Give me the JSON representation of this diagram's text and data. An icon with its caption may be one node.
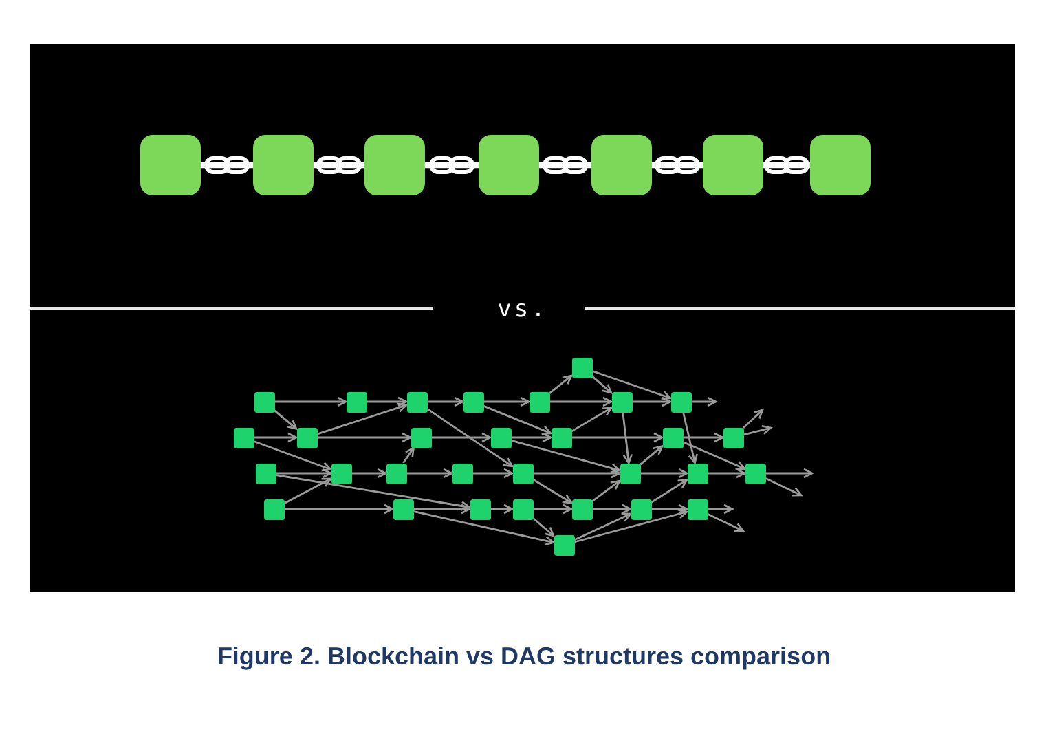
{
  "diagram": {
    "caption": "Figure 2. Blockchain vs DAG structures comparison",
    "nodes": [
      {
        "text": [],
        "shape": "box"
      },
      {
        "text": [],
        "shape": "box"
      },
      {
        "text": [],
        "shape": "box"
      },
      {
        "text": [],
        "shape": "box"
      },
      {
        "text": [],
        "shape": "box"
      },
      {
        "text": [],
        "shape": "box"
      },
      {
        "text": [],
        "shape": "box"
      },
      {
        "text": [],
        "shape": "box"
      },
      {
        "text": [],
        "shape": "box"
      },
      {
        "text": [],
        "shape": "box"
      },
      {
        "text": [],
        "shape": "box"
      },
      {
        "text": [],
        "shape": "box"
      },
      {
        "text": [],
        "shape": "box"
      },
      {
        "text": [],
        "shape": "box"
      },
      {
        "text": [],
        "shape": "box"
      },
      {
        "text": [],
        "shape": "box"
      },
      {
        "text": [],
        "shape": "box"
      },
      {
        "text": [],
        "shape": "box"
      },
      {
        "text": [],
        "shape": "box"
      },
      {
        "text": [],
        "shape": "box"
      },
      {
        "text": [],
        "shape": "box"
      },
      {
        "text": [],
        "shape": "box"
      },
      {
        "text": [],
        "shape": "box"
      },
      {
        "text": [],
        "shape": "box"
      },
      {
        "text": [],
        "shape": "box"
      },
      {
        "text": [],
        "shape": "box"
      },
      {
        "text": [],
        "shape": "box"
      },
      {
        "text": [],
        "shape": "box"
      },
      {
        "text": [],
        "shape": "box"
      },
      {
        "text": [],
        "shape": "box"
      },
      {
        "text": [],
        "shape": "box"
      },
      {
        "text": [],
        "shape": "box"
      },
      {
        "text": [],
        "shape": "box"
      },
      {
        "text": [],
        "shape": "box"
      },
      {
        "text": [],
        "shape": "box"
      },
      {
        "text": [],
        "shape": "box"
      },
      {
        "text": [],
        "shape": "box"
      },
      {
        "text": [],
        "shape": "box"
      }
    ],
    "edges": [
      {
        "from": 0,
        "to": 1,
        "arrow": "other",
        "style": "thick",
        "color": "#ffffff"
      },
      {
        "from": 1,
        "to": 2,
        "arrow": "other",
        "style": "thick",
        "color": "#ffffff"
      },
      {
        "from": 2,
        "to": 3,
        "arrow": "other",
        "style": "thick",
        "color": "#ffffff"
      },
      {
        "from": 3,
        "to": 4,
        "arrow": "other",
        "style": "thick",
        "color": "#ffffff"
      },
      {
        "from": 4,
        "to": 5,
        "arrow": "other",
        "style": "thick",
        "color": "#ffffff"
      },
      {
        "from": 5,
        "to": 6,
        "arrow": "other",
        "style": "thick",
        "color": "#ffffff"
      },
      {
        "from": 8,
        "to": 9,
        "arrow": "to"
      },
      {
        "from": 8,
        "to": 16,
        "arrow": "to"
      },
      {
        "from": 9,
        "to": 10,
        "arrow": "to"
      },
      {
        "from": 10,
        "to": 11,
        "arrow": "to"
      },
      {
        "from": 11,
        "to": 12,
        "arrow": "to"
      },
      {
        "from": 12,
        "to": 13,
        "arrow": "to"
      },
      {
        "from": 13,
        "to": 14,
        "arrow": "to"
      },
      {
        "from": 12,
        "to": 7,
        "arrow": "to"
      },
      {
        "from": 7,
        "to": 13,
        "arrow": "to"
      },
      {
        "from": 7,
        "to": 14,
        "arrow": "to"
      },
      {
        "from": 15,
        "to": 16,
        "arrow": "to"
      },
      {
        "from": 15,
        "to": 23,
        "arrow": "to"
      },
      {
        "from": 16,
        "to": 17,
        "arrow": "to"
      },
      {
        "from": 16,
        "to": 10,
        "arrow": "to"
      },
      {
        "from": 17,
        "to": 18,
        "arrow": "to"
      },
      {
        "from": 18,
        "to": 19,
        "arrow": "to"
      },
      {
        "from": 19,
        "to": 20,
        "arrow": "to"
      },
      {
        "from": 20,
        "to": 21,
        "arrow": "to"
      },
      {
        "from": 10,
        "to": 26,
        "arrow": "to"
      },
      {
        "from": 22,
        "to": 23,
        "arrow": "to"
      },
      {
        "from": 23,
        "to": 24,
        "arrow": "to"
      },
      {
        "from": 24,
        "to": 25,
        "arrow": "to"
      },
      {
        "from": 25,
        "to": 26,
        "arrow": "to"
      },
      {
        "from": 26,
        "to": 27,
        "arrow": "to"
      },
      {
        "from": 27,
        "to": 28,
        "arrow": "to"
      },
      {
        "from": 28,
        "to": 29,
        "arrow": "to"
      },
      {
        "from": 24,
        "to": 17,
        "arrow": "to"
      },
      {
        "from": 22,
        "to": 32,
        "arrow": "to"
      },
      {
        "from": 30,
        "to": 31,
        "arrow": "to"
      },
      {
        "from": 30,
        "to": 23,
        "arrow": "to"
      },
      {
        "from": 31,
        "to": 32,
        "arrow": "to"
      },
      {
        "from": 32,
        "to": 33,
        "arrow": "to"
      },
      {
        "from": 33,
        "to": 34,
        "arrow": "to"
      },
      {
        "from": 34,
        "to": 35,
        "arrow": "to"
      },
      {
        "from": 35,
        "to": 36,
        "arrow": "to"
      },
      {
        "from": 31,
        "to": 37,
        "arrow": "to"
      },
      {
        "from": 37,
        "to": 35,
        "arrow": "to"
      },
      {
        "from": 37,
        "to": 36,
        "arrow": "to"
      },
      {
        "from": 11,
        "to": 19,
        "arrow": "to"
      },
      {
        "from": 19,
        "to": 13,
        "arrow": "to"
      },
      {
        "from": 13,
        "to": 27,
        "arrow": "to"
      },
      {
        "from": 14,
        "to": 28,
        "arrow": "to"
      },
      {
        "from": 18,
        "to": 27,
        "arrow": "to"
      },
      {
        "from": 27,
        "to": 20,
        "arrow": "to"
      },
      {
        "from": 20,
        "to": 29,
        "arrow": "to"
      },
      {
        "from": 26,
        "to": 34,
        "arrow": "to"
      },
      {
        "from": 34,
        "to": 27,
        "arrow": "to"
      },
      {
        "from": 35,
        "to": 28,
        "arrow": "to"
      },
      {
        "from": 33,
        "to": 37,
        "arrow": "to"
      },
      {
        "from": 14,
        "to": null,
        "arrow": "to"
      },
      {
        "from": 21,
        "to": null,
        "arrow": "to"
      },
      {
        "from": 21,
        "to": null,
        "arrow": "to"
      },
      {
        "from": 29,
        "to": null,
        "arrow": "to"
      },
      {
        "from": 29,
        "to": null,
        "arrow": "to"
      },
      {
        "from": 36,
        "to": null,
        "arrow": "to"
      },
      {
        "from": 36,
        "to": null,
        "arrow": "to"
      }
    ],
    "labels": [
      "vs."
    ]
  }
}
